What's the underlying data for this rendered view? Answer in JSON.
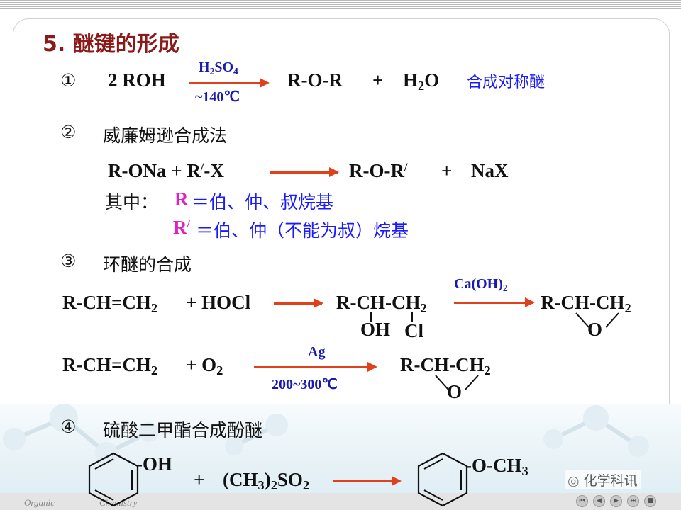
{
  "title": "5.  醚键的形成",
  "s1": {
    "num": "①",
    "reactant": "2 ROH",
    "over_main": "H",
    "over_s1": "2",
    "over_mid": "SO",
    "over_s2": "4",
    "under": "~140℃",
    "prod1": "R-O-R",
    "plus": "+",
    "water_a": "H",
    "water_s": "2",
    "water_b": "O",
    "note": "合成对称醚"
  },
  "s2": {
    "num": "②",
    "title": "威廉姆逊合成法",
    "lhs_a": "R-ONa  +  R",
    "lhs_sup": "/",
    "lhs_b": "-X",
    "prod_a": "R-O-R",
    "prod_sup": "/",
    "plus": "+",
    "prod2": "NaX",
    "where": "其中：",
    "r1_label": "R",
    "r1_text": "＝伯、仲、叔烷基",
    "r2_label": "R",
    "r2_sup": "/",
    "r2_text": "＝伯、仲（不能为叔）烷基"
  },
  "s3": {
    "num": "③",
    "title": "环醚的合成",
    "a_reactant": "R-CH=CH",
    "a_reactant_sub": "2",
    "a_reagent": "+  HOCl",
    "a_mid": "R-CH-CH",
    "a_mid_sub": "2",
    "a_oh": "OH",
    "a_cl": "Cl",
    "a_over": "Ca(OH)",
    "a_over_sub": "2",
    "a_prod": "R-CH-CH",
    "a_prod_sub": "2",
    "a_o": "O",
    "b_reactant": "R-CH=CH",
    "b_reactant_sub": "2",
    "b_reagent": "+  O",
    "b_reagent_sub": "2",
    "b_over": "Ag",
    "b_under": "200~300℃",
    "b_prod": "R-CH-CH",
    "b_prod_sub": "2",
    "b_o": "O"
  },
  "s4": {
    "num": "④",
    "title": "硫酸二甲酯合成酚醚",
    "oh": "-OH",
    "plus": "+",
    "reagent_a": "(CH",
    "reagent_s1": "3",
    "reagent_b": ")",
    "reagent_s2": "2",
    "reagent_c": "SO",
    "reagent_s3": "2",
    "prod_a": "-O-CH",
    "prod_s": "3"
  },
  "watermark": "化学科讯",
  "footer_left": "Organic",
  "footer_mid": "Chemistry",
  "colors": {
    "arrow": "#e0401a",
    "blue": "#1a1aff",
    "magenta": "#e020c0",
    "title": "#8b1a1a"
  }
}
